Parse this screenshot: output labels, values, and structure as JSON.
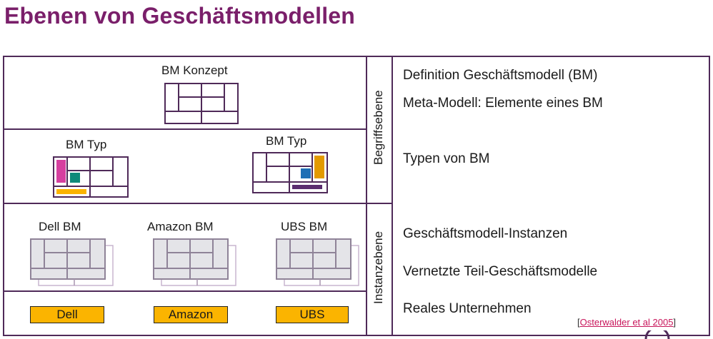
{
  "title": "Ebenen von Geschäftsmodellen",
  "left": {
    "concept_label": "BM Konzept",
    "type_label_1": "BM Typ",
    "type_label_2": "BM Typ",
    "instances": [
      "Dell BM",
      "Amazon BM",
      "UBS BM"
    ],
    "companies": [
      "Dell",
      "Amazon",
      "UBS"
    ]
  },
  "levels": {
    "upper": "Begriffsebene",
    "lower": "Instanzebene"
  },
  "right": {
    "items": [
      "Definition Geschäftsmodell (BM)",
      "Meta-Modell: Elemente eines BM",
      "Typen von BM",
      "Geschäftsmodell-Instanzen",
      "Vernetzte Teil-Geschäftsmodelle",
      "Reales Unternehmen"
    ]
  },
  "citation": {
    "open": "[",
    "text": "Osterwalder et al 2005",
    "close": "]"
  },
  "colors": {
    "title": "#7a1f6a",
    "frame": "#4f2a59",
    "company_fill": "#fbb400",
    "accent_pink": "#d63fa0",
    "accent_teal": "#0f8a7a",
    "accent_blue": "#1f6fb5",
    "accent_orange": "#e39a00",
    "accent_purple": "#5a2c6e"
  }
}
